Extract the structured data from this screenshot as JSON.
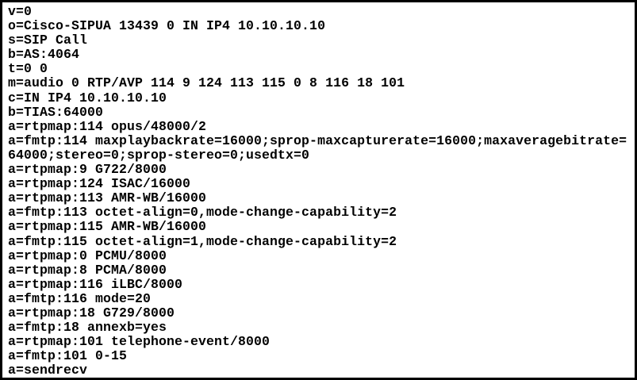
{
  "colors": {
    "background": "#ffffff",
    "border": "#000000",
    "text": "#000000"
  },
  "sdp": {
    "description": "SDP message body",
    "lines": [
      "v=0",
      "o=Cisco-SIPUA 13439 0 IN IP4 10.10.10.10",
      "s=SIP Call",
      "b=AS:4064",
      "t=0 0",
      "m=audio 0 RTP/AVP 114 9 124 113 115 0 8 116 18 101",
      "c=IN IP4 10.10.10.10",
      "b=TIAS:64000",
      "a=rtpmap:114 opus/48000/2",
      "a=fmtp:114 maxplaybackrate=16000;sprop-maxcapturerate=16000;maxaveragebitrate=",
      "64000;stereo=0;sprop-stereo=0;usedtx=0",
      "a=rtpmap:9 G722/8000",
      "a=rtpmap:124 ISAC/16000",
      "a=rtpmap:113 AMR-WB/16000",
      "a=fmtp:113 octet-align=0,mode-change-capability=2",
      "a=rtpmap:115 AMR-WB/16000",
      "a=fmtp:115 octet-align=1,mode-change-capability=2",
      "a=rtpmap:0 PCMU/8000",
      "a=rtpmap:8 PCMA/8000",
      "a=rtpmap:116 iLBC/8000",
      "a=fmtp:116 mode=20",
      "a=rtpmap:18 G729/8000",
      "a=fmtp:18 annexb=yes",
      "a=rtpmap:101 telephone-event/8000",
      "a=fmtp:101 0-15",
      "a=sendrecv"
    ]
  }
}
